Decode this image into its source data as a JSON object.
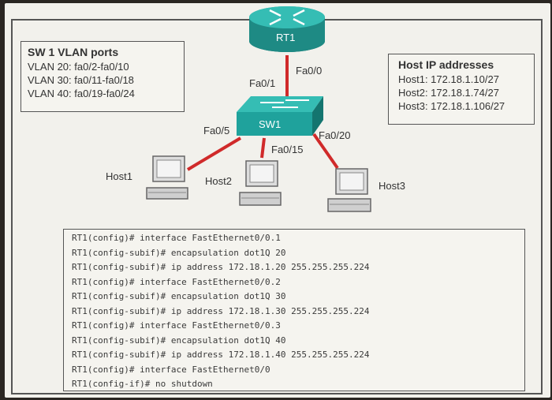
{
  "vlan_box": {
    "title": "SW 1 VLAN ports",
    "lines": [
      "VLAN 20: fa0/2-fa0/10",
      "VLAN 30: fa0/11-fa0/18",
      "VLAN 40: fa0/19-fa0/24"
    ]
  },
  "ip_box": {
    "title": "Host IP addresses",
    "lines": [
      "Host1: 172.18.1.10/27",
      "Host2: 172.18.1.74/27",
      "Host3: 172.18.1.106/27"
    ]
  },
  "devices": {
    "router": "RT1",
    "switch": "SW1",
    "host1": "Host1",
    "host2": "Host2",
    "host3": "Host3"
  },
  "ports": {
    "rt1_fa00": "Fa0/0",
    "sw1_fa01": "Fa0/1",
    "sw1_fa05": "Fa0/5",
    "sw1_fa015": "Fa0/15",
    "sw1_fa020": "Fa0/20"
  },
  "colors": {
    "router": "#1e8a84",
    "switch": "#1fa29c",
    "link": "#d02a2a"
  },
  "cli": [
    "RT1(config)# interface FastEthernet0/0.1",
    "RT1(config-subif)# encapsulation dot1Q 20",
    "RT1(config-subif)# ip address 172.18.1.20 255.255.255.224",
    "RT1(config)# interface FastEthernet0/0.2",
    "RT1(config-subif)# encapsulation dot1Q 30",
    "RT1(config-subif)# ip address 172.18.1.30 255.255.255.224",
    "RT1(config)# interface FastEthernet0/0.3",
    "RT1(config-subif)# encapsulation dot1Q 40",
    "RT1(config-subif)# ip address 172.18.1.40 255.255.255.224",
    "RT1(config)# interface FastEthernet0/0",
    "RT1(config-if)# no shutdown"
  ]
}
